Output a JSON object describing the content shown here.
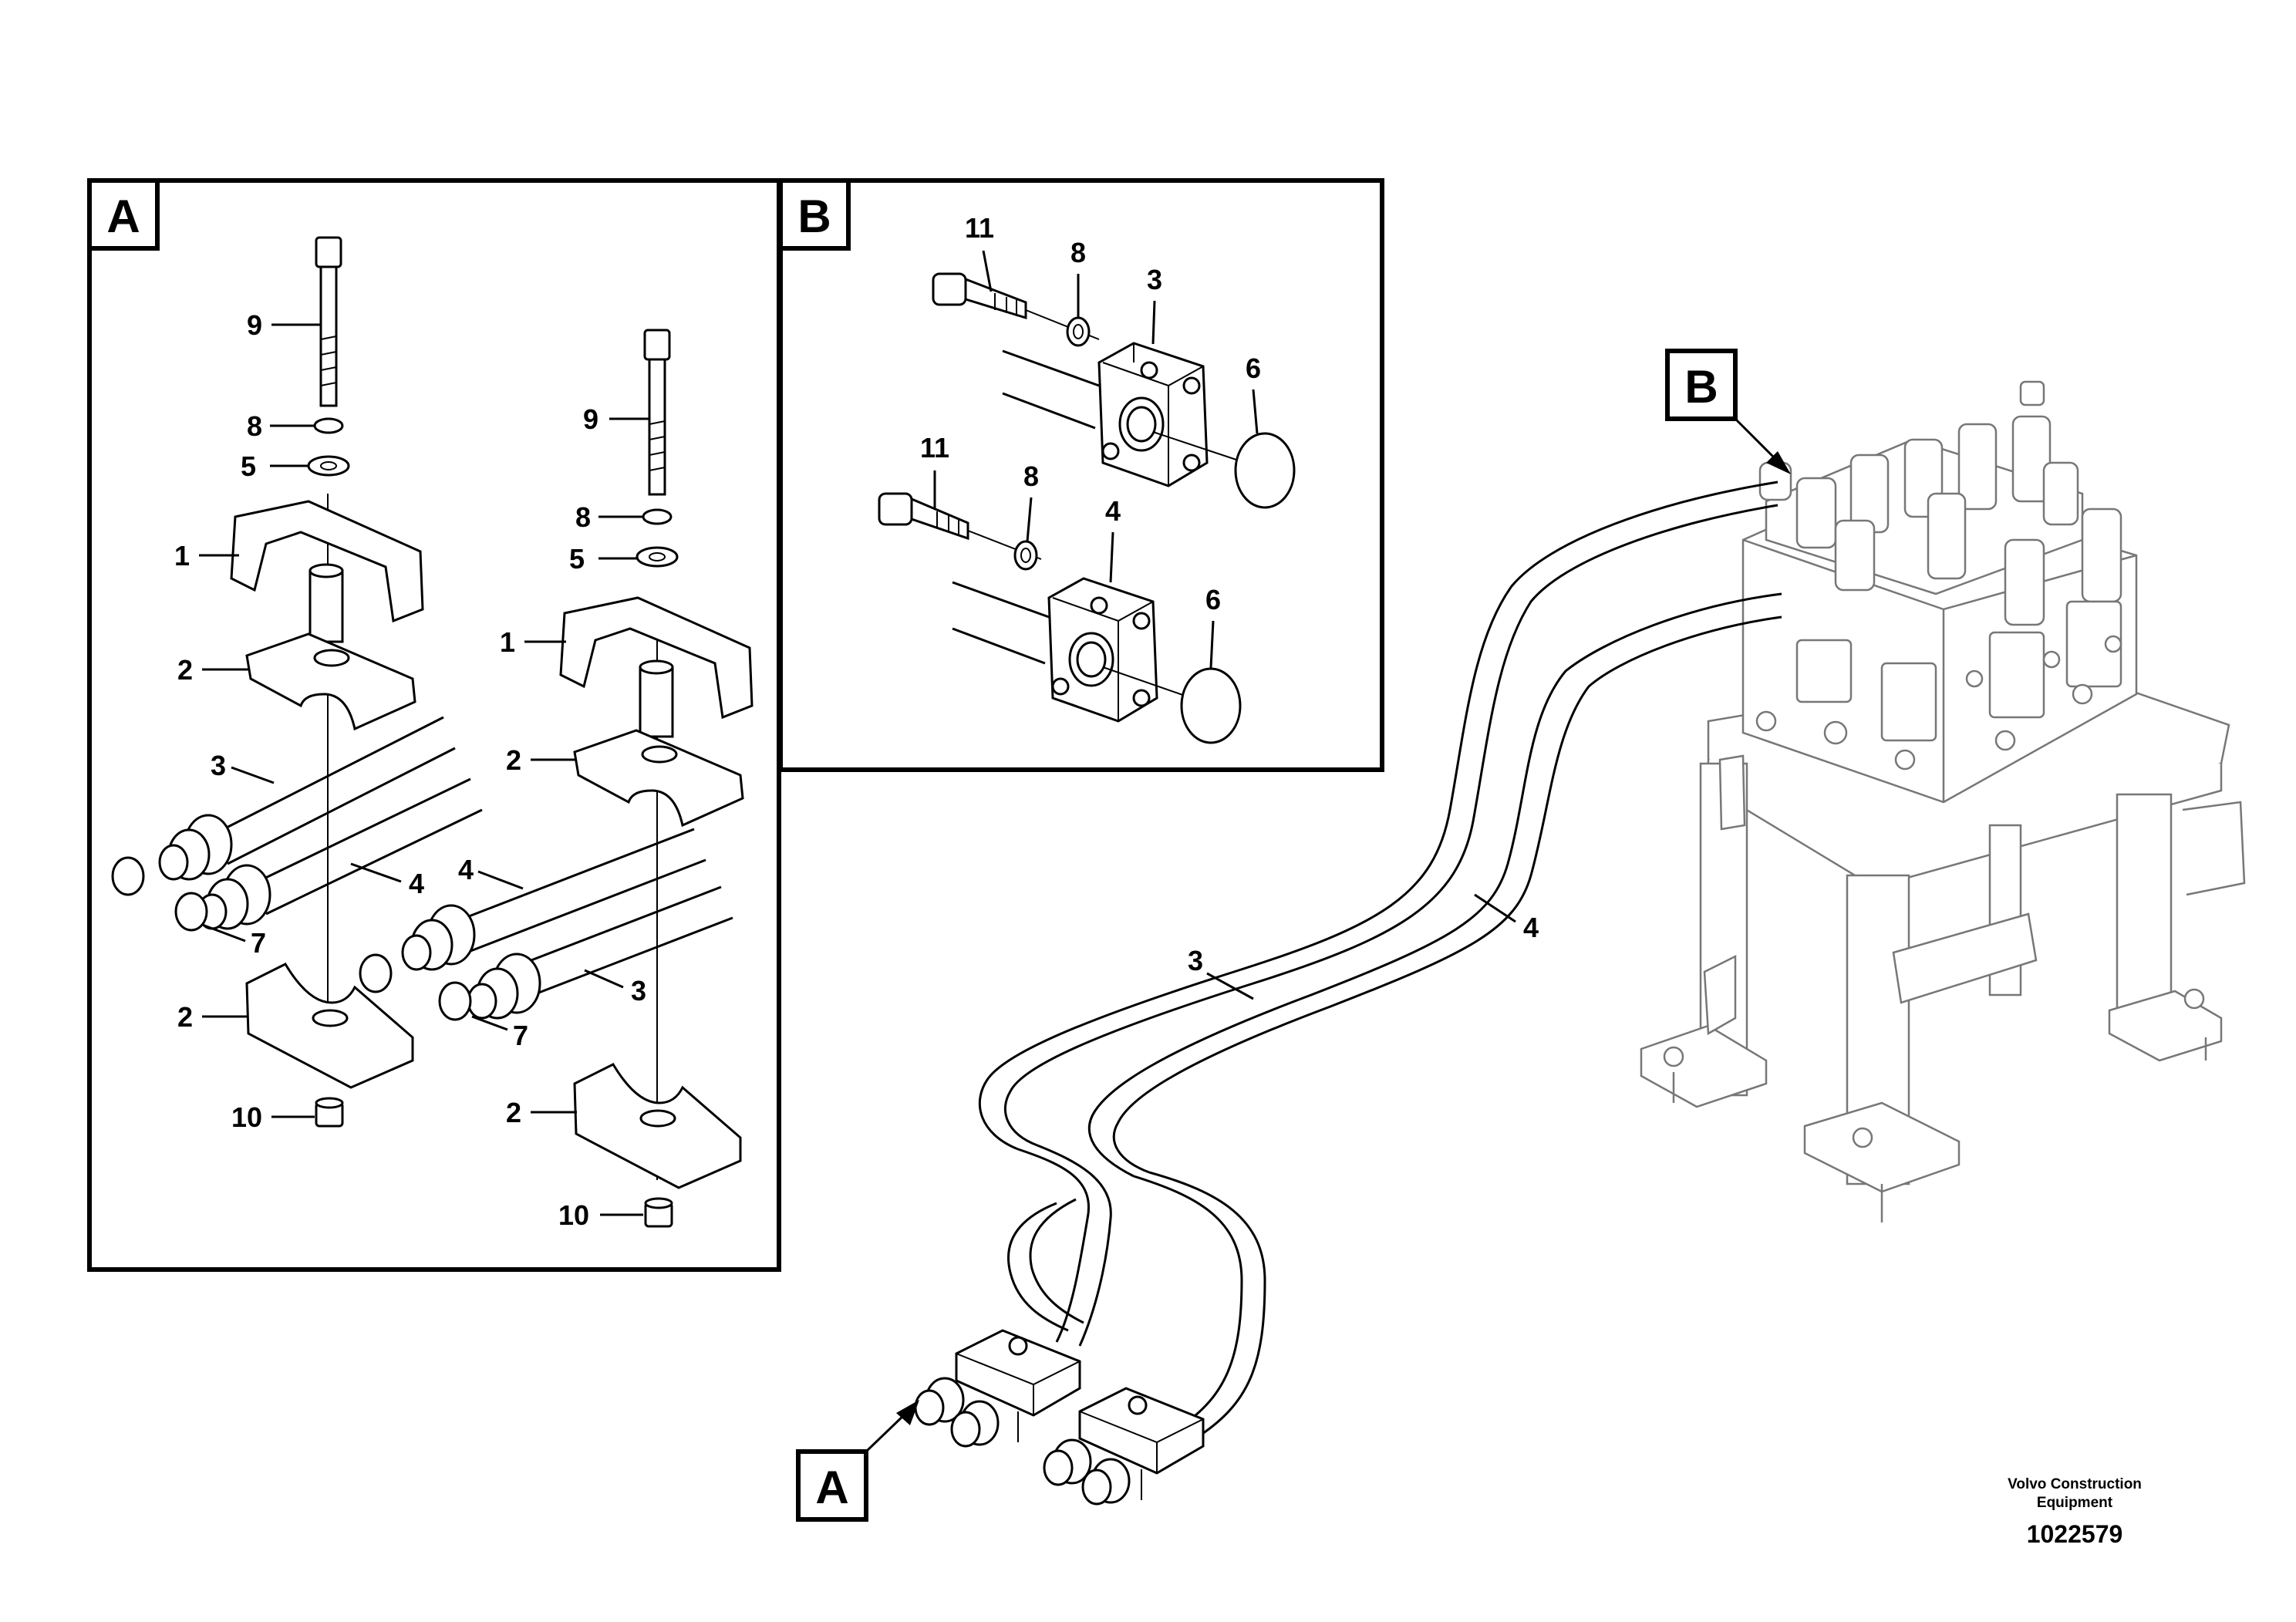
{
  "detail_a": {
    "tag": "A",
    "left_stack": {
      "bolt": "9",
      "lock_washer": "8",
      "washer": "5",
      "cover": "1",
      "clamp_upper": "2",
      "pipe_upper": "3",
      "pipe_lower": "4",
      "o_ring": "7",
      "clamp_lower": "2",
      "nut": "10"
    },
    "right_stack": {
      "bolt": "9",
      "lock_washer": "8",
      "washer": "5",
      "cover": "1",
      "clamp_upper": "2",
      "pipe_upper": "4",
      "pipe_lower": "3",
      "o_ring": "7",
      "clamp_lower": "2",
      "nut": "10"
    }
  },
  "detail_b": {
    "tag": "B",
    "upper": {
      "screw": "11",
      "lock_washer": "8",
      "flange": "3",
      "o_ring": "6"
    },
    "lower": {
      "screw": "11",
      "lock_washer": "8",
      "flange": "4",
      "o_ring": "6"
    }
  },
  "main": {
    "tag_valve": "B",
    "tag_block": "A",
    "pipe_3": "3",
    "pipe_4": "4"
  },
  "credit": {
    "line1": "Volvo Construction",
    "line2": "Equipment"
  },
  "doc_number": "1022579"
}
